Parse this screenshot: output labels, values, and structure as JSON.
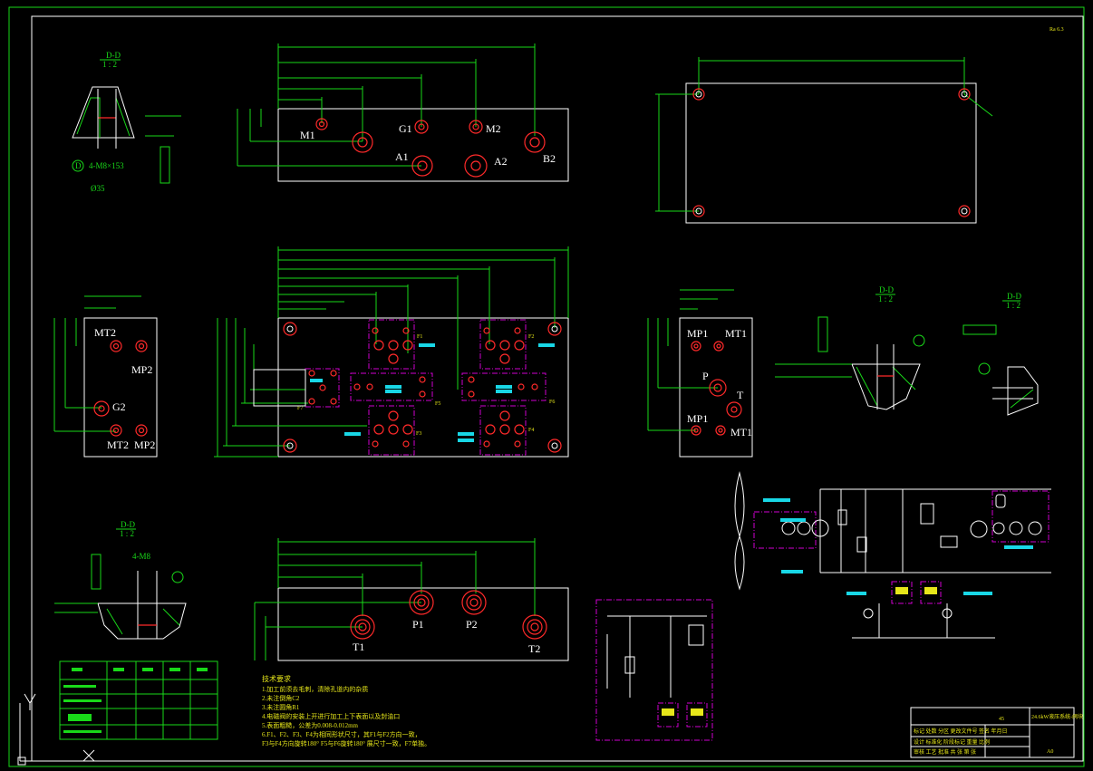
{
  "colors": {
    "background": "#000000",
    "outline": "#ffffff",
    "dimension": "#19d919",
    "hole": "#ff2a2a",
    "valve_block": "#d000d0",
    "highlight": "#18d7e6"
  },
  "views": {
    "dd_top": {
      "title": "D-D",
      "scale": "1 : 2",
      "tol": "4-M8×153",
      "dia": "Ø35"
    },
    "dd_right": {
      "title": "D-D",
      "scale": "1 : 2"
    },
    "dd_far": {
      "title": "D-D",
      "scale": "1 : 2"
    },
    "dd_bottom": {
      "title": "D-D",
      "scale": "1 : 2",
      "note": "4-M8"
    }
  },
  "ports": {
    "top": {
      "m1": "M1",
      "g1": "G1",
      "m2": "M2",
      "a1": "A1",
      "a2": "A2",
      "b2": "B2"
    },
    "left": {
      "mt2_a": "MT2",
      "mp2_a": "MP2",
      "g2": "G2",
      "mt2_b": "MT2",
      "mp2_b": "MP2"
    },
    "right": {
      "mp1_a": "MP1",
      "mt1_a": "MT1",
      "p": "P",
      "t": "T",
      "mp1_b": "MP1",
      "mt1_b": "MT1"
    },
    "bottom": {
      "t1": "T1",
      "p1": "P1",
      "p2": "P2",
      "t2": "T2"
    }
  },
  "valve_labels": {
    "f1": "F1",
    "f2": "F2",
    "f3": "F3",
    "f4": "F4",
    "f5": "F5",
    "f6": "F6",
    "f7": "F7"
  },
  "notes": {
    "heading": "技术要求",
    "lines": [
      "1.加工前须去毛刺，清除孔道内的杂质",
      "2.未注倒角C2",
      "3.未注圆角R1",
      "4.电磁阀的安装上开进行加工上下表面以及封油口",
      "5.表面粗糙，公差为0.008-0.012mm",
      "6.F1、F2、F3、F4为相同形状尺寸，其F1与F2方向一致，",
      "F3与F4方向旋转180° F5与F6旋转180° 展尺寸一致，F7单独。"
    ]
  },
  "title_block": {
    "name": "24.6kW液压系统-阀块",
    "page": "A0",
    "sheet": "45",
    "row1": "标记 处数 分区 更改文件号 签名 年月日",
    "row2": "设计 标准化 阶段标记 重量 比例",
    "row3": "审核 工艺 批准 共 张 第 张"
  },
  "corner_mark": "Ra 6.3",
  "ucs": {
    "x_axis": "X",
    "y_axis": "Y"
  }
}
